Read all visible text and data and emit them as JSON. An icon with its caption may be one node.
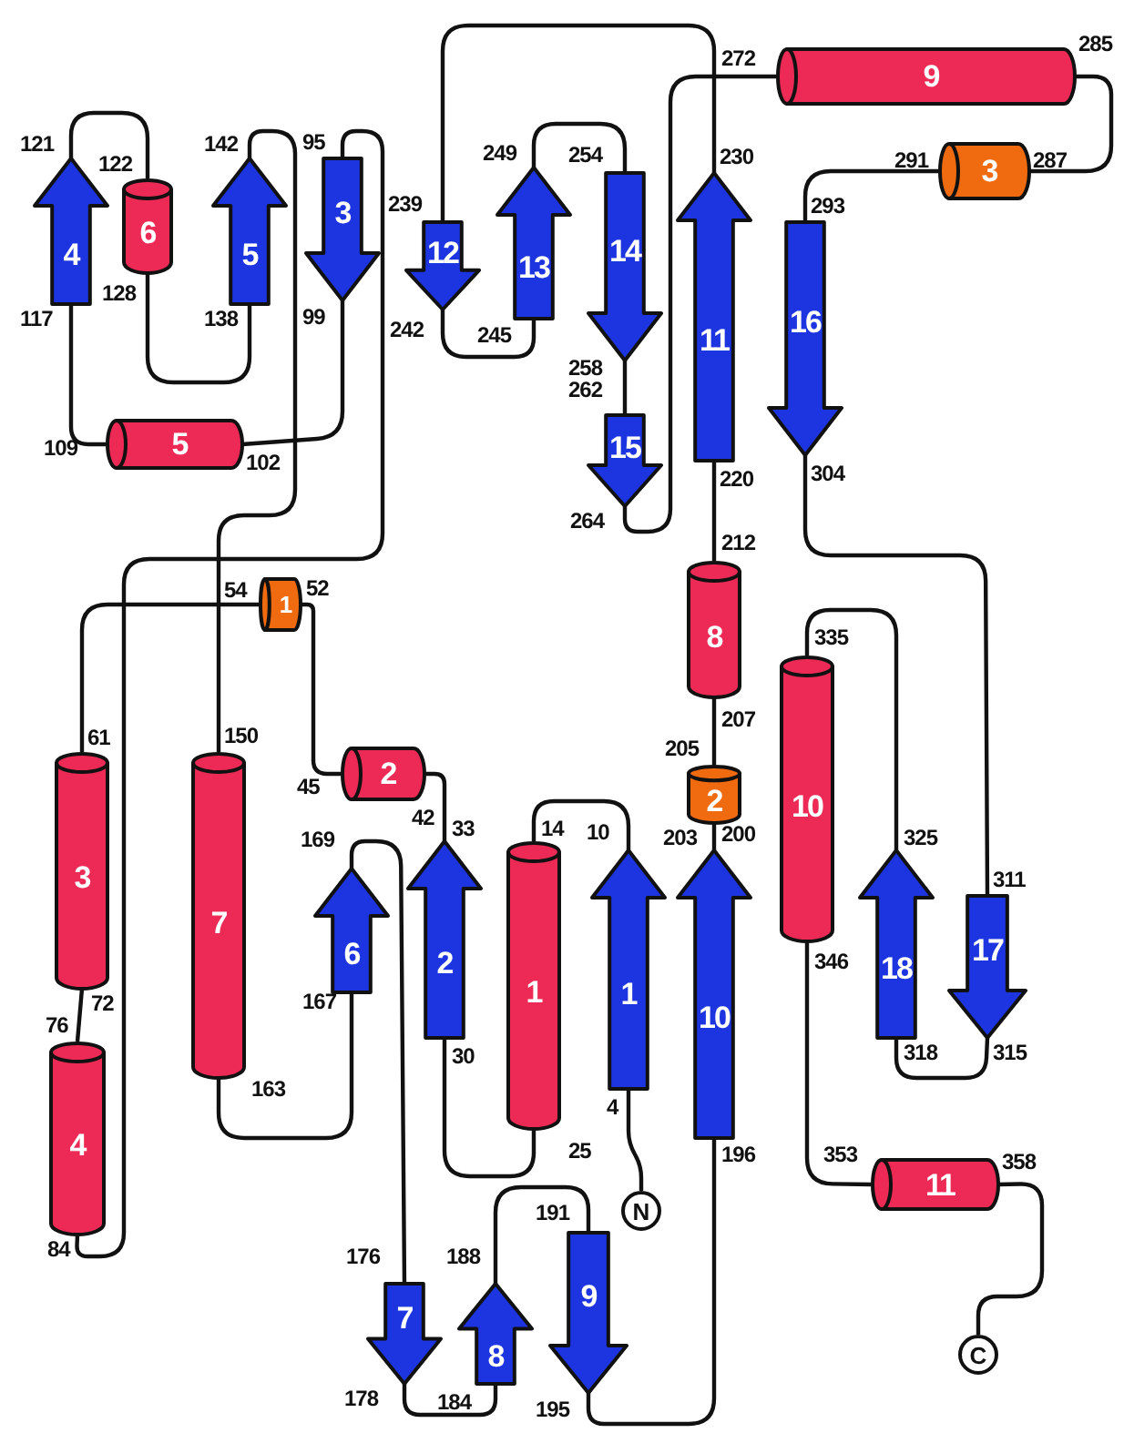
{
  "diagram": {
    "nodes": [
      {
        "text": [
          "N"
        ]
      },
      {
        "text": [
          "1"
        ],
        "beside": [
          "10",
          "4"
        ]
      },
      {
        "text": [
          "1"
        ],
        "beside": [
          "14",
          "25"
        ]
      },
      {
        "text": [
          "2"
        ],
        "beside": [
          "33",
          "30"
        ]
      },
      {
        "text": [
          "2"
        ],
        "beside": [
          "45",
          "42"
        ]
      },
      {
        "text": [
          "1"
        ],
        "beside": [
          "54",
          "52"
        ]
      },
      {
        "text": [
          "3"
        ],
        "beside": [
          "61",
          "72"
        ]
      },
      {
        "text": [
          "4"
        ],
        "beside": [
          "76",
          "84"
        ]
      },
      {
        "text": [
          "3"
        ],
        "beside": [
          "95",
          "99"
        ]
      },
      {
        "text": [
          "5"
        ],
        "beside": [
          "109",
          "102"
        ]
      },
      {
        "text": [
          "4"
        ],
        "beside": [
          "121",
          "117"
        ]
      },
      {
        "text": [
          "6"
        ],
        "beside": [
          "122",
          "128"
        ]
      },
      {
        "text": [
          "5"
        ],
        "beside": [
          "142",
          "138"
        ]
      },
      {
        "text": [
          "7"
        ],
        "beside": [
          "150",
          "163"
        ]
      },
      {
        "text": [
          "6"
        ],
        "beside": [
          "169",
          "167"
        ]
      },
      {
        "text": [
          "7"
        ],
        "beside": [
          "176",
          "178"
        ]
      },
      {
        "text": [
          "8"
        ],
        "beside": [
          "188",
          "184"
        ]
      },
      {
        "text": [
          "9"
        ],
        "beside": [
          "191",
          "195"
        ]
      },
      {
        "text": [
          "10"
        ],
        "beside": [
          "200",
          "196"
        ]
      },
      {
        "text": [
          "2"
        ],
        "beside": [
          "205",
          "203"
        ]
      },
      {
        "text": [
          "8"
        ],
        "beside": [
          "212",
          "207"
        ]
      },
      {
        "text": [
          "11"
        ],
        "beside": [
          "230",
          "220"
        ]
      },
      {
        "text": [
          "12"
        ],
        "beside": [
          "239",
          "242"
        ]
      },
      {
        "text": [
          "13"
        ],
        "beside": [
          "249",
          "245"
        ]
      },
      {
        "text": [
          "14"
        ],
        "beside": [
          "254",
          "258"
        ]
      },
      {
        "text": [
          "15"
        ],
        "beside": [
          "262",
          "264"
        ]
      },
      {
        "text": [
          "9"
        ],
        "beside": [
          "272",
          "285"
        ]
      },
      {
        "text": [
          "3"
        ],
        "beside": [
          "291",
          "287"
        ]
      },
      {
        "text": [
          "16"
        ],
        "beside": [
          "293",
          "304"
        ]
      },
      {
        "text": [
          "17"
        ],
        "beside": [
          "311",
          "315"
        ]
      },
      {
        "text": [
          "18"
        ],
        "beside": [
          "325",
          "318"
        ]
      },
      {
        "text": [
          "10"
        ],
        "beside": [
          "335",
          "346"
        ]
      },
      {
        "text": [
          "11"
        ],
        "beside": [
          "353",
          "358"
        ]
      },
      {
        "text": [
          "C"
        ]
      }
    ],
    "edges": [
      {
        "from": 0,
        "to": 1,
        "arrow": "none"
      },
      {
        "from": 1,
        "to": 2,
        "arrow": "none"
      },
      {
        "from": 2,
        "to": 3,
        "arrow": "none"
      },
      {
        "from": 3,
        "to": 4,
        "arrow": "none"
      },
      {
        "from": 4,
        "to": 5,
        "arrow": "none"
      },
      {
        "from": 5,
        "to": 6,
        "arrow": "none"
      },
      {
        "from": 6,
        "to": 7,
        "arrow": "none"
      },
      {
        "from": 7,
        "to": 8,
        "arrow": "none"
      },
      {
        "from": 8,
        "to": 9,
        "arrow": "none"
      },
      {
        "from": 9,
        "to": 10,
        "arrow": "none"
      },
      {
        "from": 10,
        "to": 11,
        "arrow": "none"
      },
      {
        "from": 11,
        "to": 12,
        "arrow": "none"
      },
      {
        "from": 12,
        "to": 13,
        "arrow": "none"
      },
      {
        "from": 13,
        "to": 14,
        "arrow": "none"
      },
      {
        "from": 14,
        "to": 15,
        "arrow": "none"
      },
      {
        "from": 15,
        "to": 16,
        "arrow": "none"
      },
      {
        "from": 16,
        "to": 17,
        "arrow": "none"
      },
      {
        "from": 17,
        "to": 18,
        "arrow": "none"
      },
      {
        "from": 18,
        "to": 19,
        "arrow": "none"
      },
      {
        "from": 19,
        "to": 20,
        "arrow": "none"
      },
      {
        "from": 20,
        "to": 21,
        "arrow": "none"
      },
      {
        "from": 21,
        "to": 22,
        "arrow": "none"
      },
      {
        "from": 22,
        "to": 23,
        "arrow": "none"
      },
      {
        "from": 23,
        "to": 24,
        "arrow": "none"
      },
      {
        "from": 24,
        "to": 25,
        "arrow": "none"
      },
      {
        "from": 25,
        "to": 26,
        "arrow": "none"
      },
      {
        "from": 26,
        "to": 27,
        "arrow": "none"
      },
      {
        "from": 27,
        "to": 28,
        "arrow": "none"
      },
      {
        "from": 28,
        "to": 29,
        "arrow": "none"
      },
      {
        "from": 29,
        "to": 30,
        "arrow": "none"
      },
      {
        "from": 30,
        "to": 31,
        "arrow": "none"
      },
      {
        "from": 31,
        "to": 32,
        "arrow": "none"
      },
      {
        "from": 32,
        "to": 33,
        "arrow": "none"
      }
    ]
  }
}
